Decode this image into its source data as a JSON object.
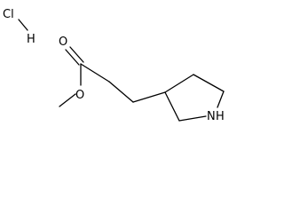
{
  "molecule": {
    "salt": {
      "chlorine": "Cl",
      "hydrogen": "H"
    },
    "ester_oxygen_carbonyl": "O",
    "ester_oxygen_ether": "O",
    "ring_nitrogen": "N",
    "ring_nh_hydrogen": "H"
  }
}
